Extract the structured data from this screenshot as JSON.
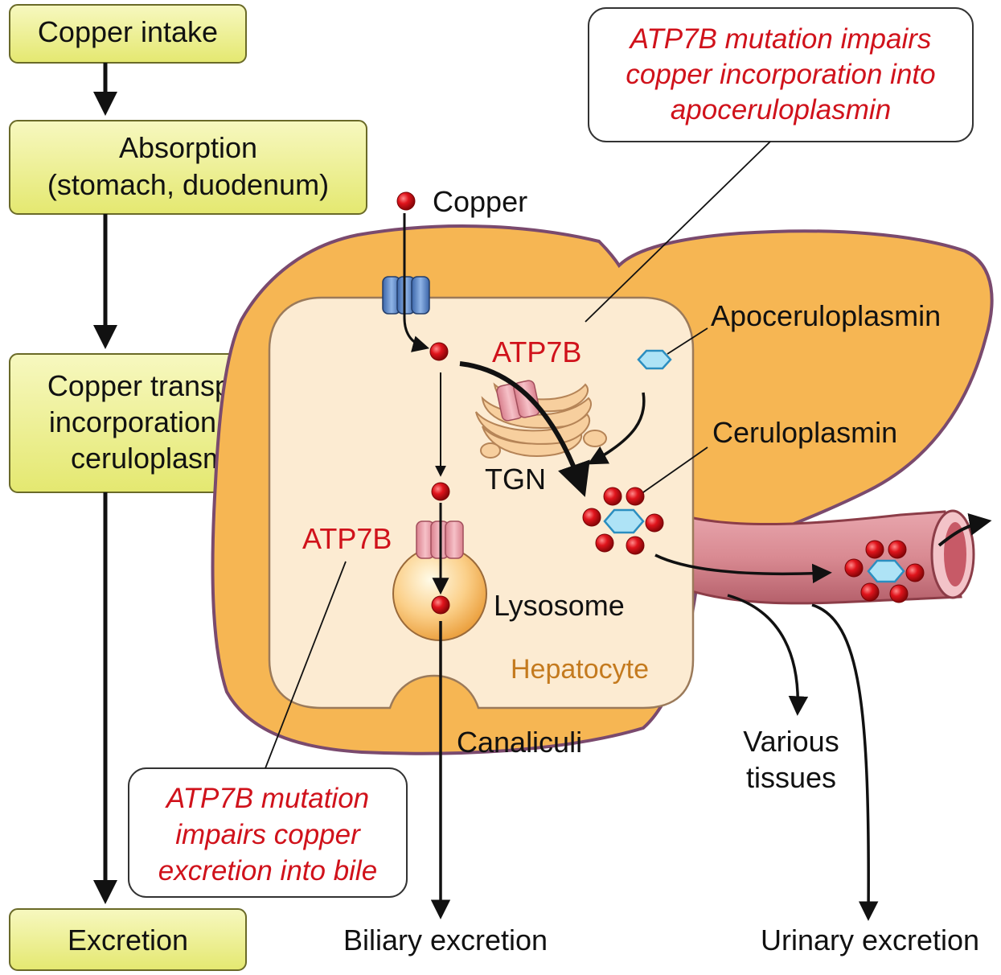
{
  "flow": {
    "intake": "Copper intake",
    "absorption_line1": "Absorption",
    "absorption_line2": "(stomach, duodenum)",
    "transport_line1": "Copper transport,",
    "transport_line2": "incorporation into",
    "transport_line3": "ceruloplasmin",
    "excretion": "Excretion"
  },
  "labels": {
    "copper": "Copper",
    "apoceruloplasmin": "Apoceruloplasmin",
    "atp7b_golgi": "ATP7B",
    "atp7b_lysosome": "ATP7B",
    "tgn": "TGN",
    "ceruloplasmin": "Ceruloplasmin",
    "lysosome": "Lysosome",
    "hepatocyte": "Hepatocyte",
    "canaliculi": "Canaliculi",
    "various_tissues_line1": "Various",
    "various_tissues_line2": "tissues",
    "biliary_excretion": "Biliary excretion",
    "urinary_excretion": "Urinary excretion"
  },
  "notes": {
    "top_line1": "ATP7B mutation impairs",
    "top_line2": "copper incorporation into",
    "top_line3": "apoceruloplasmin",
    "bottom_line1": "ATP7B mutation",
    "bottom_line2": "impairs copper",
    "bottom_line3": "excretion into bile"
  },
  "colors": {
    "flow_box": "#eef08a",
    "liver": "#f6b653",
    "liver_outline": "#7a4a6e",
    "hepatocyte": "#fcebd2",
    "copper": "#d4141c",
    "note_text": "#d0121b",
    "vessel": "#d98890"
  }
}
